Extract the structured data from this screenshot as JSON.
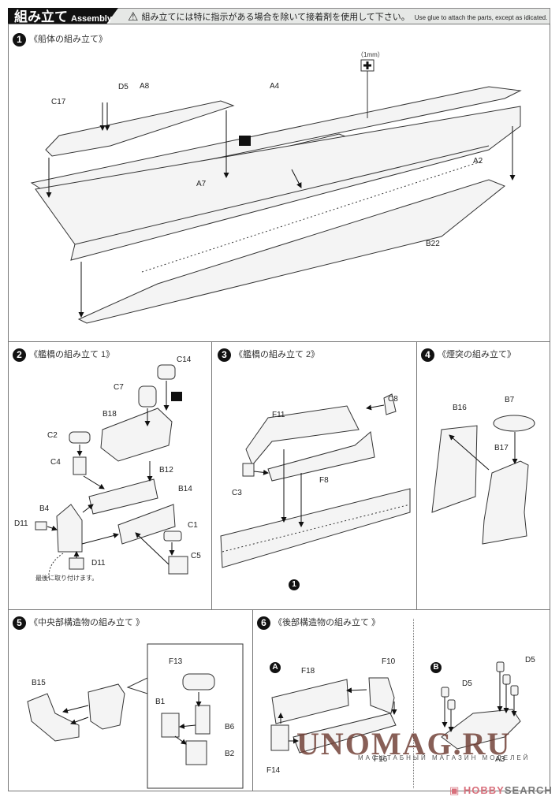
{
  "header": {
    "title_ja": "組み立て",
    "title_en": "Assembly",
    "warning_icon": "warning-triangle-icon",
    "warning_ja": "組み立てには特に指示がある場合を除いて接着剤を使用して下さい。",
    "warning_en": "Use glue to attach the parts, except as idicated."
  },
  "steps": [
    {
      "number": "1",
      "title": "《船体の組み立て》",
      "parts": [
        "C17",
        "D5",
        "A8",
        "A4",
        "A7",
        "A2",
        "B22"
      ],
      "notes": {
        "thickness": "（1mm）"
      },
      "icons": [
        "drill-hole-icon",
        "paint-brush-icon"
      ]
    },
    {
      "number": "2",
      "title": "《艦橋の組み立て 1》",
      "parts": [
        "C14",
        "C7",
        "B18",
        "C2",
        "C4",
        "B12",
        "B14",
        "B4",
        "D11",
        "C1",
        "C5",
        "D11"
      ],
      "notes": {
        "attach_last": "最後に取り付けます。"
      },
      "icons": [
        "paint-brush-icon"
      ]
    },
    {
      "number": "3",
      "title": "《艦橋の組み立て 2》",
      "parts": [
        "C8",
        "F11",
        "C3",
        "F8"
      ],
      "ref_step": "1"
    },
    {
      "number": "4",
      "title": "《煙突の組み立て》",
      "parts": [
        "B7",
        "B16",
        "B17"
      ]
    },
    {
      "number": "5",
      "title": "《中央部構造物の組み立て 》",
      "parts": [
        "B15",
        "F13",
        "B1",
        "B6",
        "B2"
      ]
    },
    {
      "number": "6",
      "title": "《後部構造物の組み立て 》",
      "subs": [
        {
          "label": "A",
          "parts": [
            "F18",
            "F10",
            "F14",
            "F16"
          ]
        },
        {
          "label": "B",
          "parts": [
            "D5",
            "D5",
            "A3"
          ]
        }
      ]
    }
  ],
  "watermark": {
    "main": "UNOMAG.RU",
    "sub": "МАСШТАБНЫЙ МАГАЗИН МОДЕЛЕЙ"
  },
  "credit": {
    "part1": "HOBBY",
    "part2": "SEARCH"
  }
}
